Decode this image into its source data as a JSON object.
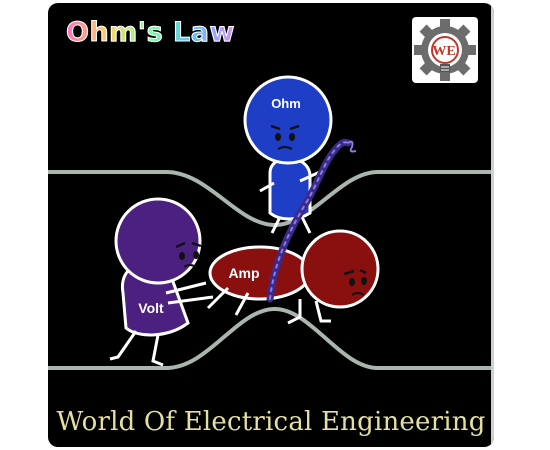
{
  "title": "Ohm's Law",
  "characters": {
    "ohm": "Ohm",
    "amp": "Amp",
    "volt": "Volt"
  },
  "footer": "World Of Electrical Engineering",
  "logo": {
    "icon": "gear-lightbulb-logo",
    "letters": "WE"
  },
  "colors": {
    "background": "#000000",
    "ohm": "#1f3ec6",
    "amp": "#8a1010",
    "volt": "#4b2080",
    "footer_text": "#e6dfa2"
  }
}
